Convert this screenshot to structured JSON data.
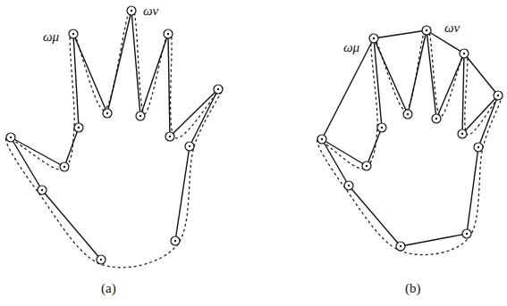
{
  "diagram": {
    "labels": [
      "ωμ",
      "ων",
      "ωμ",
      "ων",
      "(a)",
      "(b)"
    ]
  }
}
